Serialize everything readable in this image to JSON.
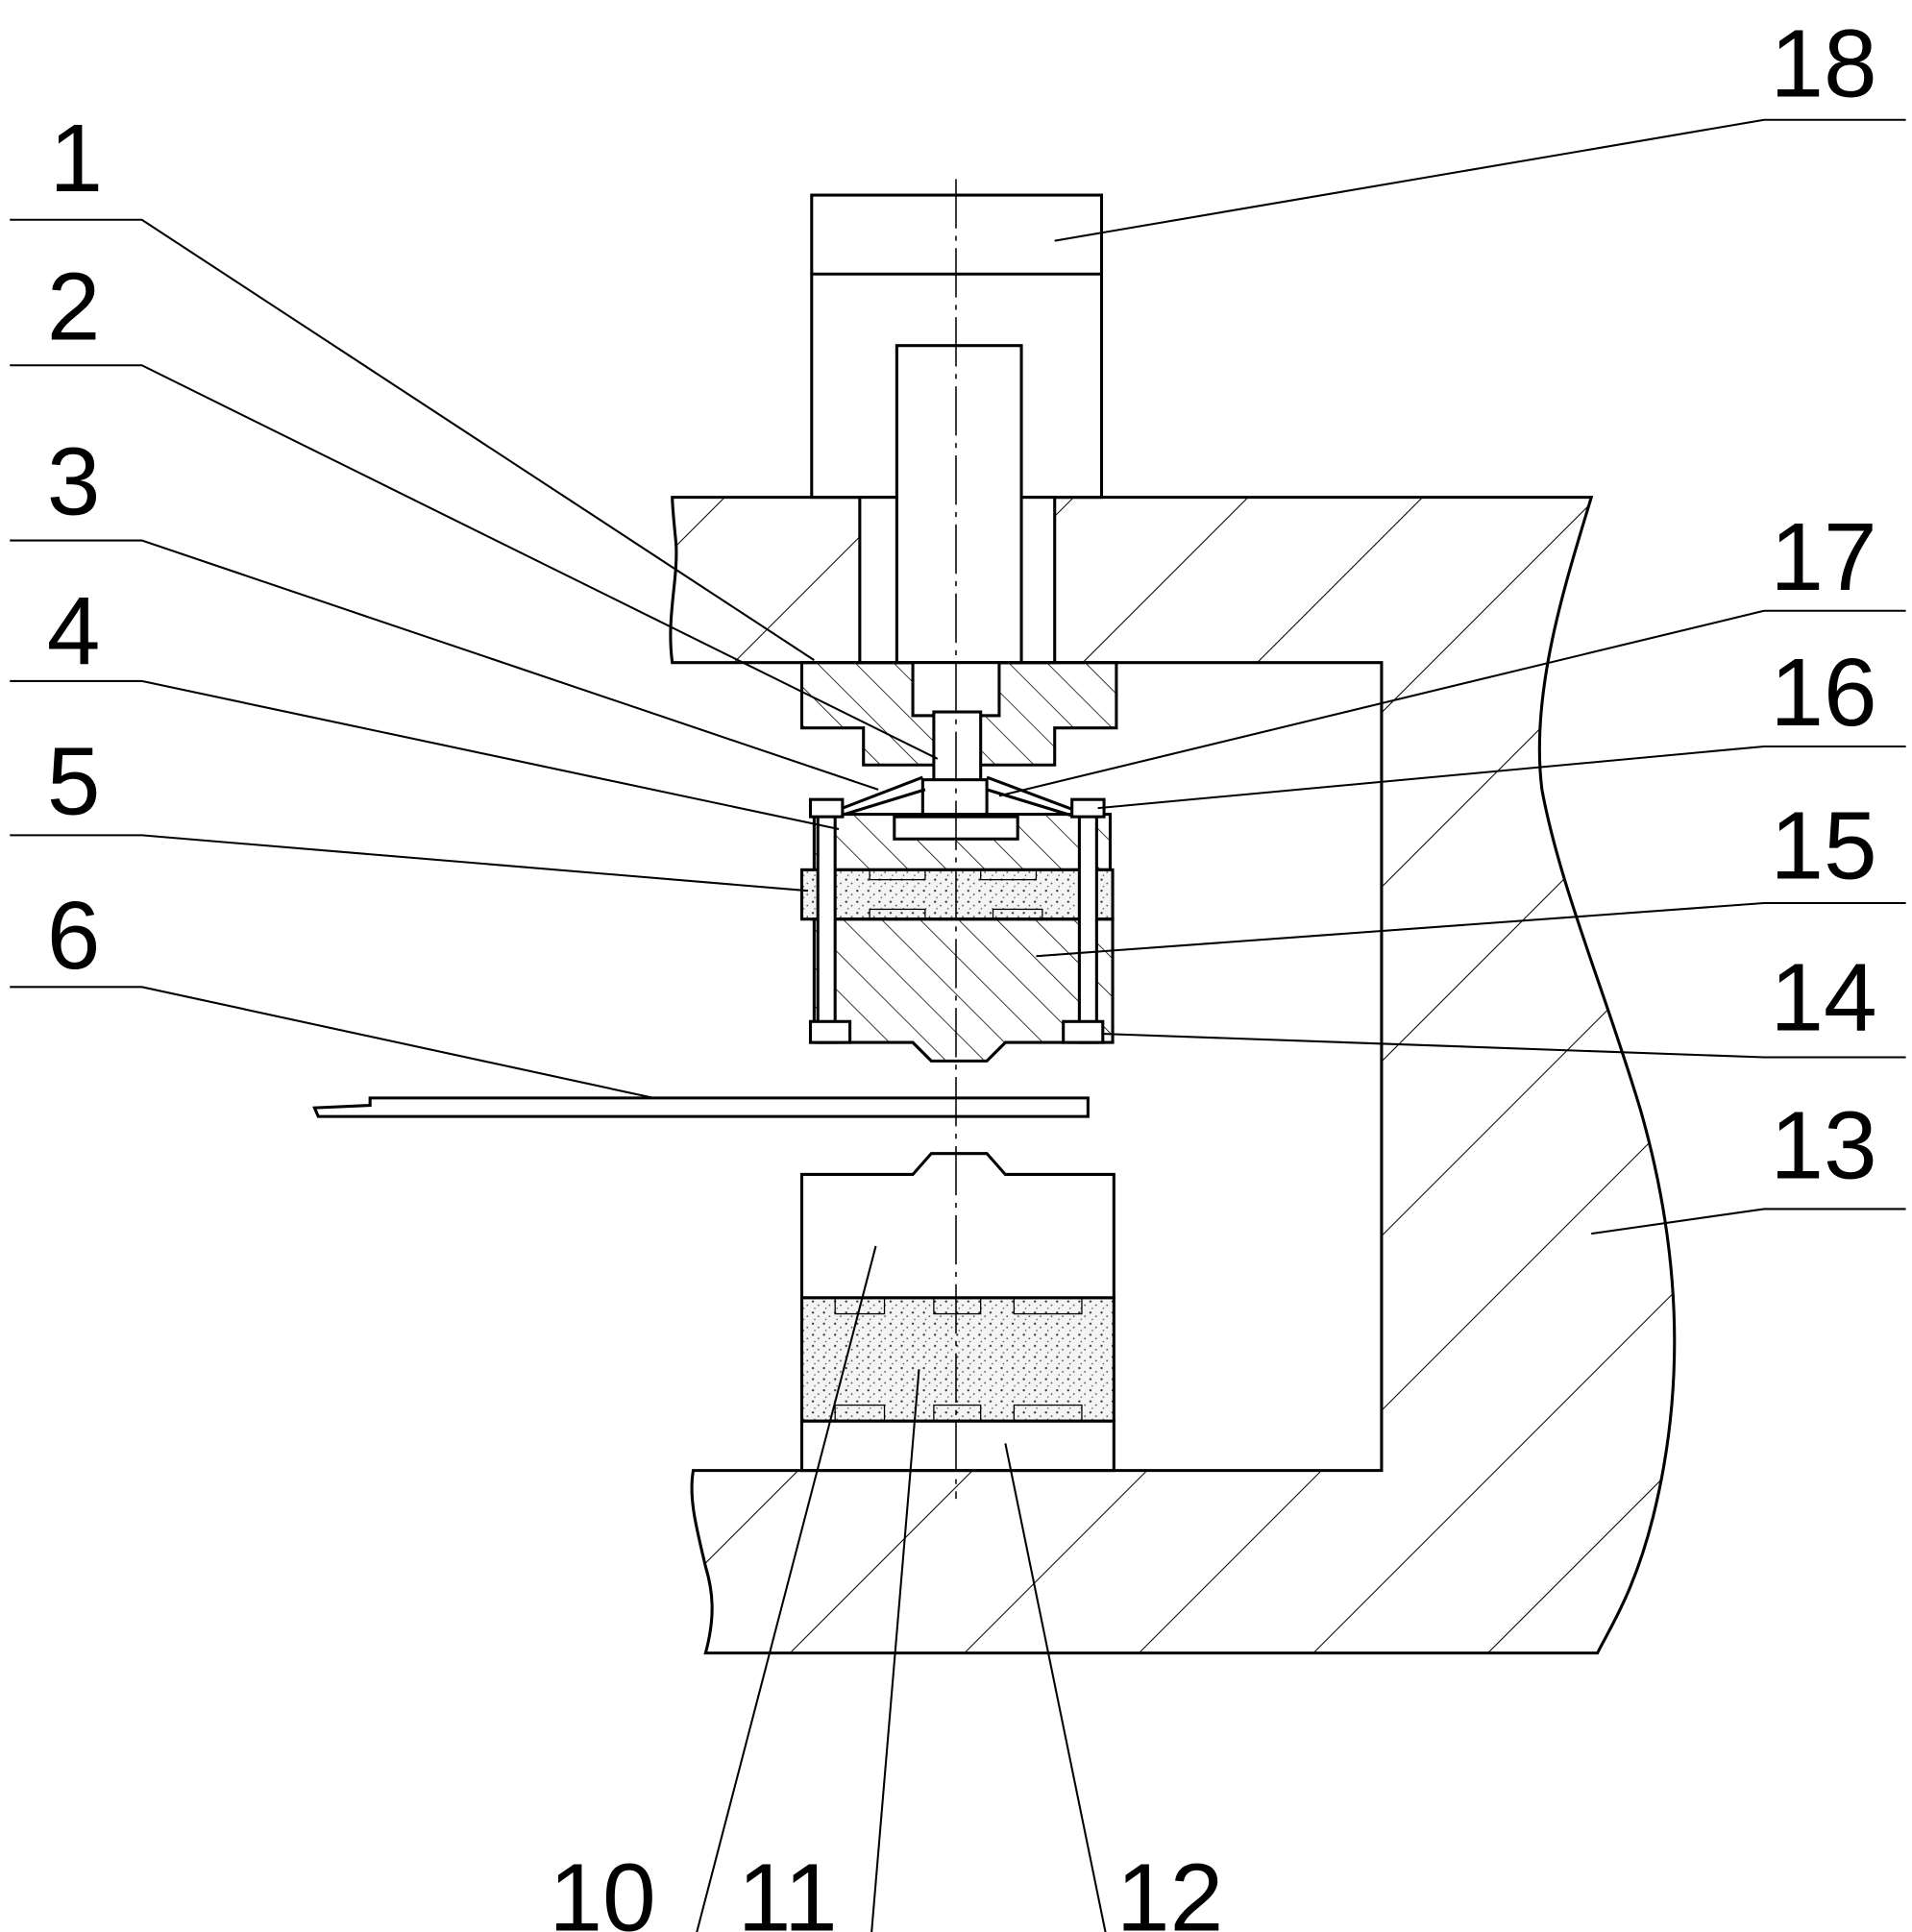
{
  "labels": {
    "p1": "1",
    "p2": "2",
    "p3": "3",
    "p4": "4",
    "p5": "5",
    "p6": "6",
    "p10": "10",
    "p11": "11",
    "p12": "12",
    "p13": "13",
    "p14": "14",
    "p15": "15",
    "p16": "16",
    "p17": "17",
    "p18": "18"
  },
  "colors": {
    "line": "#000000",
    "background": "#ffffff"
  }
}
